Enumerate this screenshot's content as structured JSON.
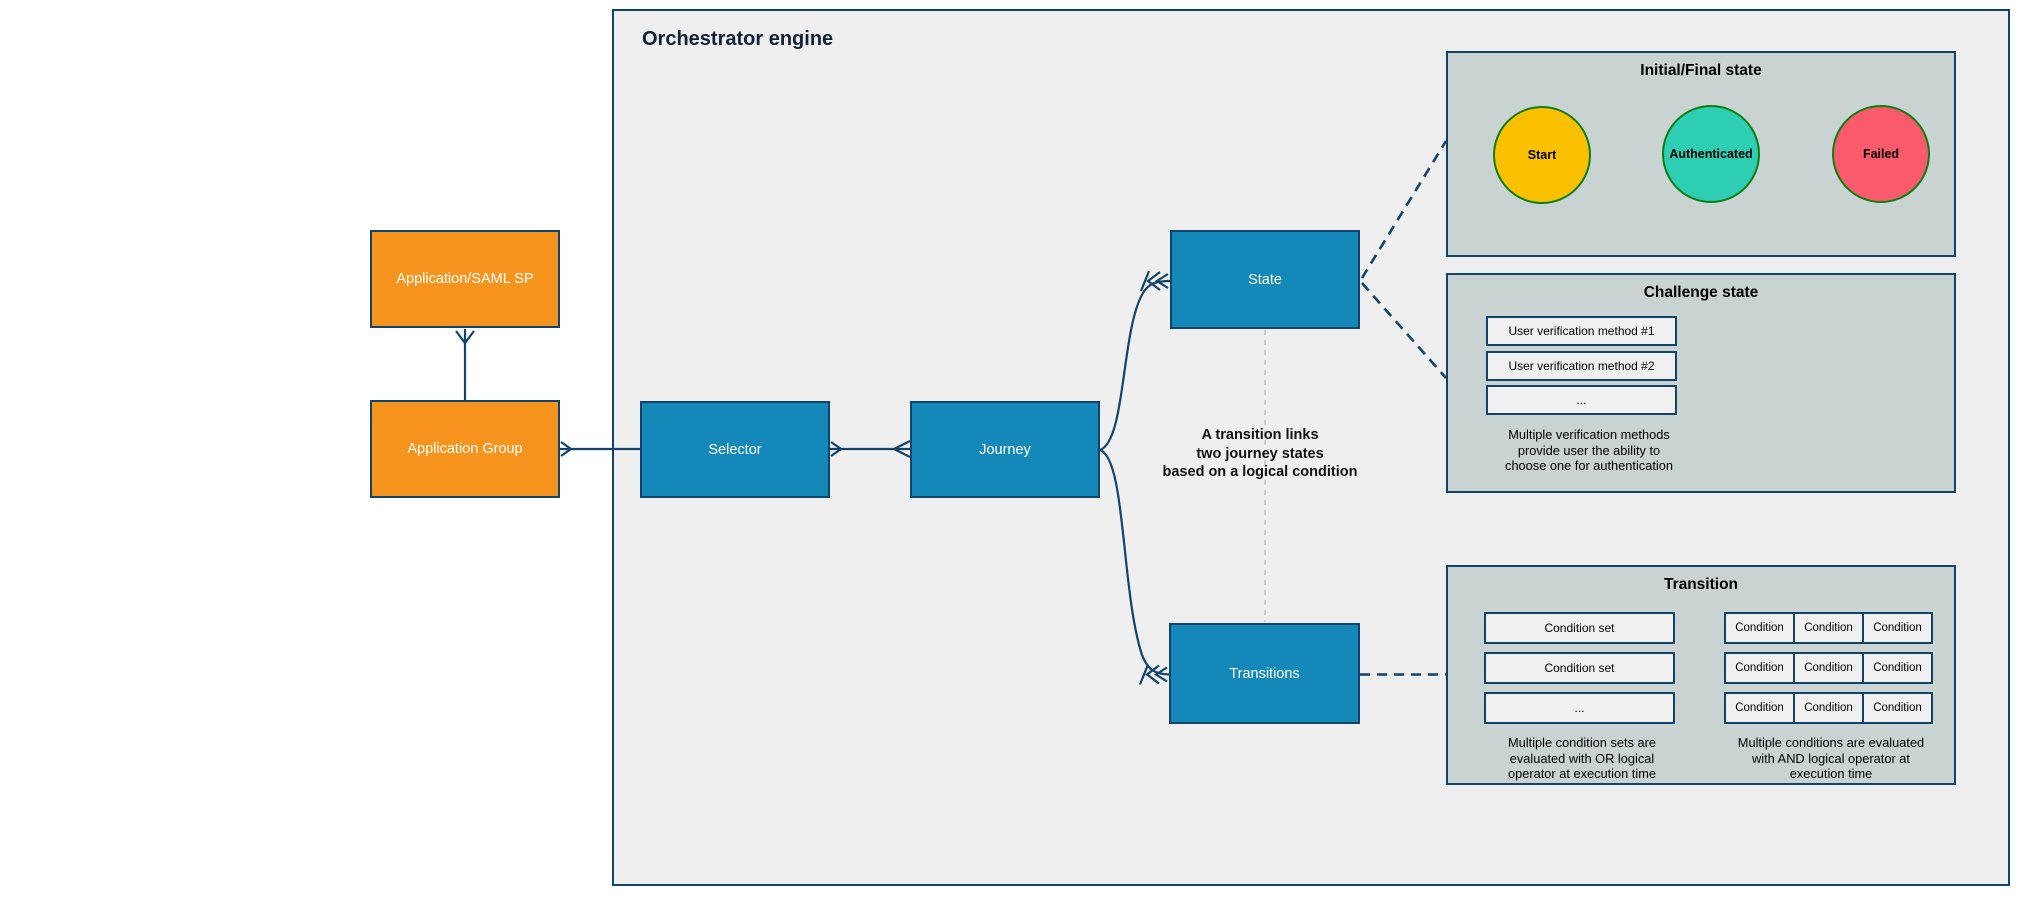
{
  "title": "Orchestrator engine",
  "nodes": {
    "application_saml_sp": "Application/SAML SP",
    "application_group": "Application Group",
    "selector": "Selector",
    "journey": "Journey",
    "state": "State",
    "transitions": "Transitions"
  },
  "annotation": "A transition links\ntwo journey states\nbased on a logical condition",
  "panels": {
    "initial_final": {
      "title": "Initial/Final state",
      "states": [
        {
          "label": "Start",
          "color": "#fbc100"
        },
        {
          "label": "Authenticated",
          "color": "#2dceb1"
        },
        {
          "label": "Failed",
          "color": "#fa5b6c"
        }
      ]
    },
    "challenge": {
      "title": "Challenge state",
      "methods": [
        "User verification method #1",
        "User verification method #2",
        "..."
      ],
      "caption": "Multiple verification methods\nprovide user the ability to\nchoose one for authentication"
    },
    "transition": {
      "title": "Transition",
      "condition_sets": [
        "Condition set",
        "Condition set",
        "..."
      ],
      "conditions": [
        [
          "Condition",
          "Condition",
          "Condition"
        ],
        [
          "Condition",
          "Condition",
          "Condition"
        ],
        [
          "Condition",
          "Condition",
          "Condition"
        ]
      ],
      "caption_or": "Multiple condition sets are\nevaluated with OR logical\noperator at execution time",
      "caption_and": "Multiple conditions are evaluated\nwith AND logical operator at\nexecution time"
    }
  },
  "colors": {
    "node_blue": "#1489b9",
    "node_orange": "#f7941e",
    "border_navy": "#12436b",
    "engine_bg": "#efefef",
    "panel_bg": "#c8d3d2",
    "circle_border_green": "#0e7d12",
    "start_fill": "#fbc100",
    "authenticated_fill": "#2dceb1",
    "failed_fill": "#fa5b6c"
  }
}
